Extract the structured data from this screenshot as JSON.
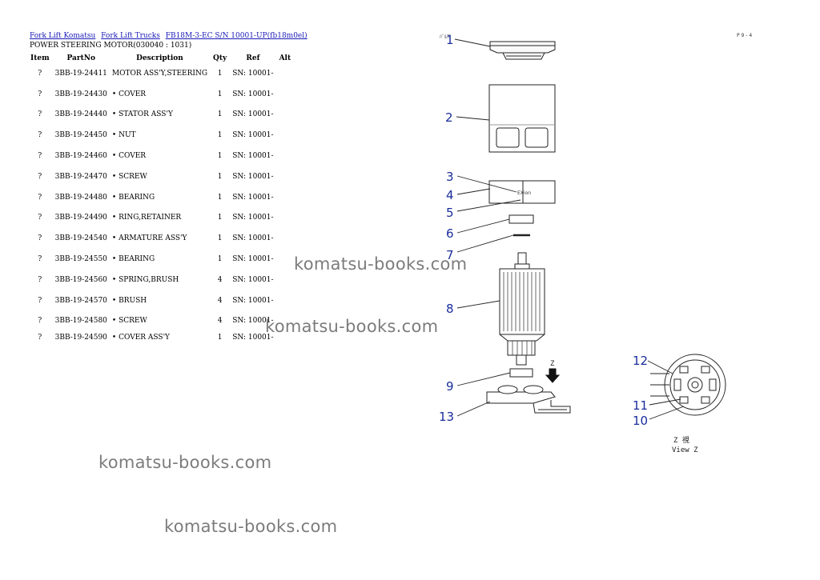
{
  "breadcrumb": [
    {
      "label": "Fork Lift Komatsu"
    },
    {
      "label": "Fork Lift Trucks"
    },
    {
      "label": "FB18M-3-EC S/N 10001-UP(fb18m0el)"
    }
  ],
  "page_title": "POWER STEERING MOTOR(030040 : 1031)",
  "table": {
    "headers": [
      "Item",
      "PartNo",
      "Description",
      "Qty",
      "Ref",
      "Alt"
    ],
    "rows": [
      {
        "item": "?",
        "part_no": "3BB-19-24411",
        "description": "MOTOR ASS'Y,STEERING",
        "qty": "1",
        "ref": "SN: 10001-",
        "alt": ""
      },
      {
        "item": "?",
        "part_no": "3BB-19-24430",
        "description": "• COVER",
        "qty": "1",
        "ref": "SN: 10001-",
        "alt": ""
      },
      {
        "item": "?",
        "part_no": "3BB-19-24440",
        "description": "• STATOR ASS'Y",
        "qty": "1",
        "ref": "SN: 10001-",
        "alt": ""
      },
      {
        "item": "?",
        "part_no": "3BB-19-24450",
        "description": "• NUT",
        "qty": "1",
        "ref": "SN: 10001-",
        "alt": ""
      },
      {
        "item": "?",
        "part_no": "3BB-19-24460",
        "description": "• COVER",
        "qty": "1",
        "ref": "SN: 10001-",
        "alt": ""
      },
      {
        "item": "?",
        "part_no": "3BB-19-24470",
        "description": "• SCREW",
        "qty": "1",
        "ref": "SN: 10001-",
        "alt": ""
      },
      {
        "item": "?",
        "part_no": "3BB-19-24480",
        "description": "• BEARING",
        "qty": "1",
        "ref": "SN: 10001-",
        "alt": ""
      },
      {
        "item": "?",
        "part_no": "3BB-19-24490",
        "description": "• RING,RETAINER",
        "qty": "1",
        "ref": "SN: 10001-",
        "alt": ""
      },
      {
        "item": "?",
        "part_no": "3BB-19-24540",
        "description": "• ARMATURE ASS'Y",
        "qty": "1",
        "ref": "SN: 10001-",
        "alt": ""
      },
      {
        "item": "?",
        "part_no": "3BB-19-24550",
        "description": "• BEARING",
        "qty": "1",
        "ref": "SN: 10001-",
        "alt": ""
      },
      {
        "item": "?",
        "part_no": "3BB-19-24560",
        "description": "• SPRING,BRUSH",
        "qty": "4",
        "ref": "SN: 10001-",
        "alt": ""
      },
      {
        "item": "?",
        "part_no": "3BB-19-24570",
        "description": "• BRUSH",
        "qty": "4",
        "ref": "SN: 10001-",
        "alt": ""
      },
      {
        "item": "?",
        "part_no": "3BB-19-24580",
        "description": "• SCREW",
        "qty": "4",
        "ref": "SN: 10001-",
        "alt": ""
      },
      {
        "item": "?",
        "part_no": "3BB-19-24590",
        "description": "• COVER ASS'Y",
        "qty": "1",
        "ref": "SN: 10001-",
        "alt": ""
      }
    ]
  },
  "watermark_text": "komatsu-books.com",
  "diagram": {
    "callouts": [
      "1",
      "2",
      "3",
      "4",
      "5",
      "6",
      "7",
      "8",
      "9",
      "13",
      "12",
      "11",
      "10"
    ],
    "arrow_label": "Z",
    "view_label_jp": "Z 視",
    "view_label_en": "View Z",
    "part_mark": "EXion",
    "corner_note_left": "ﾊﾞﾙﾌﾞ",
    "corner_note_right": "P 9 - 4"
  },
  "colors": {
    "link": "#1a1ab8",
    "callout": "#1a2d9c",
    "watermark": "#505050"
  }
}
